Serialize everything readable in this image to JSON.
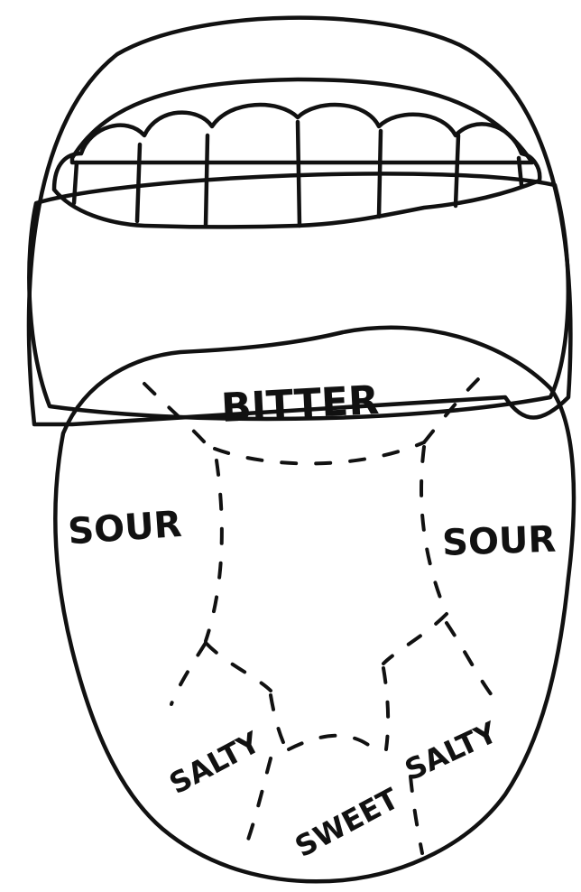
{
  "diagram": {
    "labels": {
      "bitter": "BITTER",
      "sour_left": "SOUR",
      "sour_right": "SOUR",
      "salty_left": "SALTY",
      "salty_right": "SALTY",
      "sweet": "SWEET"
    },
    "colors": {
      "ink": "#111111",
      "lips": "#ffffff",
      "gums": "#c9b4b2",
      "mouth_interior": "#3e2629",
      "teeth": "#ffffff",
      "tongue": "#ffffff"
    }
  }
}
